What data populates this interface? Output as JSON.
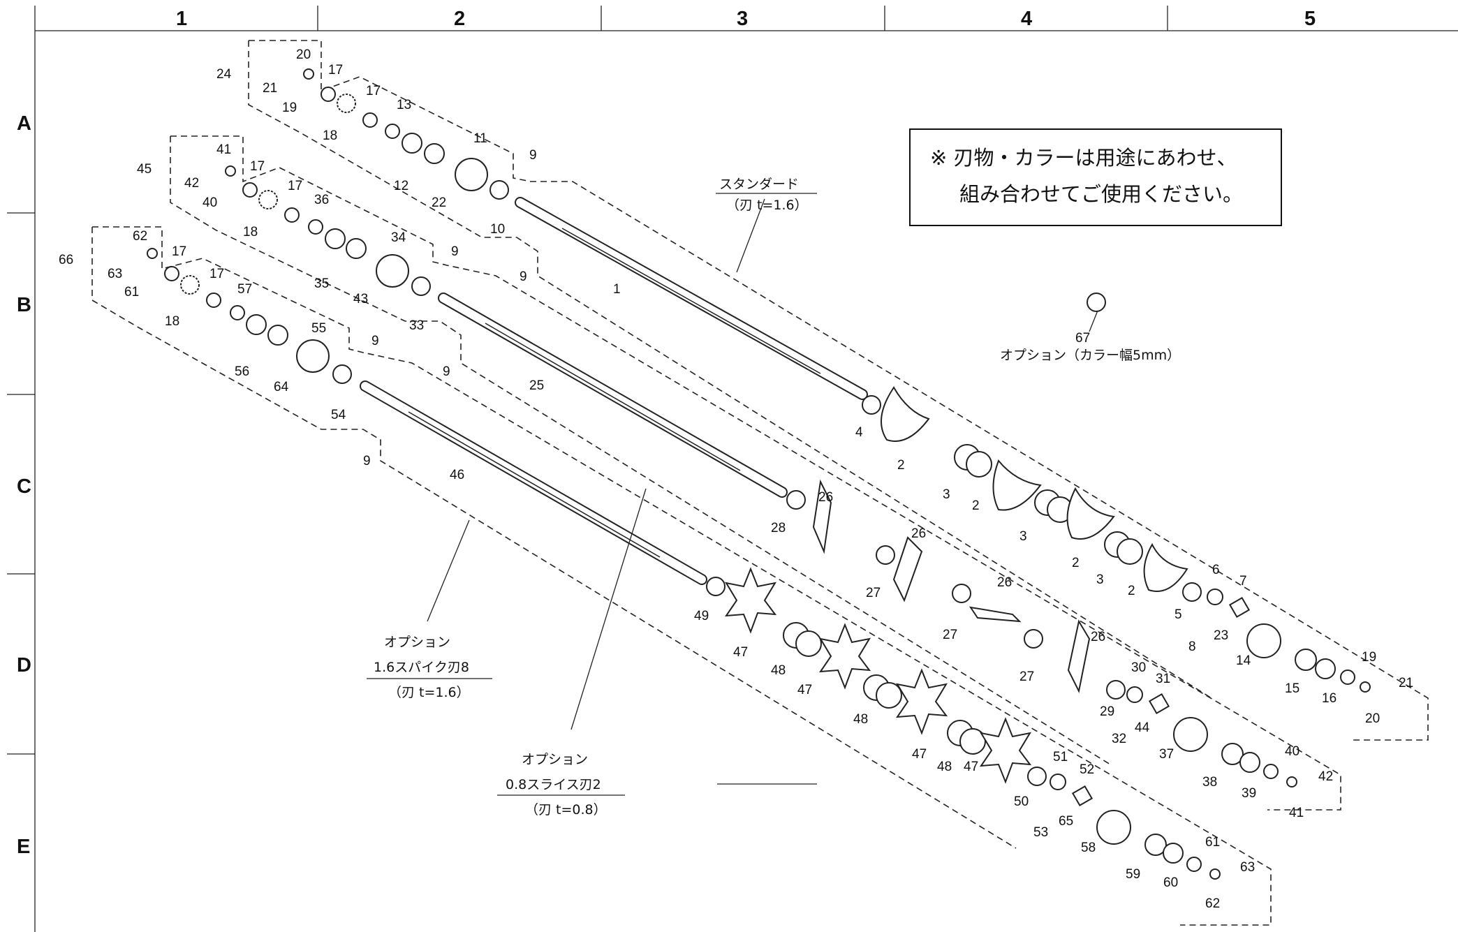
{
  "grid": {
    "columns": [
      "1",
      "2",
      "3",
      "4",
      "5"
    ],
    "rows": [
      "A",
      "B",
      "C",
      "D",
      "E"
    ]
  },
  "note": {
    "line1": "※ 刃物・カラーは用途にあわせ、",
    "line2": "組み合わせてご使用ください。"
  },
  "shafts": {
    "standard": {
      "title": "スタンダード",
      "spec": "（刃 t=1.6）"
    },
    "spike": {
      "title": "オプション",
      "name": "1.6スパイク刃8",
      "spec": "（刃 t=1.6）"
    },
    "slice": {
      "title": "オプション",
      "name": "0.8スライス刃2",
      "spec": "（刃 t=0.8）"
    }
  },
  "option_collar": {
    "number": "67",
    "label": "オプション（カラー幅5mm）"
  },
  "part_numbers": {
    "top_assembly": [
      "24",
      "20",
      "21",
      "19",
      "17",
      "17",
      "18",
      "13",
      "11",
      "12",
      "9",
      "22",
      "10",
      "9",
      "1",
      "4",
      "2",
      "3",
      "2",
      "3",
      "2",
      "3",
      "2",
      "5",
      "6",
      "7",
      "23",
      "8",
      "14",
      "15",
      "16",
      "19",
      "20",
      "21"
    ],
    "middle_assembly": [
      "45",
      "41",
      "42",
      "40",
      "17",
      "17",
      "18",
      "36",
      "34",
      "35",
      "9",
      "43",
      "33",
      "9",
      "25",
      "28",
      "26",
      "27",
      "26",
      "27",
      "26",
      "27",
      "26",
      "29",
      "30",
      "31",
      "44",
      "32",
      "37",
      "38",
      "39",
      "40",
      "41",
      "42"
    ],
    "bottom_assembly": [
      "66",
      "62",
      "63",
      "61",
      "17",
      "17",
      "18",
      "57",
      "55",
      "56",
      "9",
      "64",
      "54",
      "9",
      "46",
      "49",
      "47",
      "48",
      "47",
      "48",
      "47",
      "48",
      "47",
      "50",
      "51",
      "52",
      "65",
      "53",
      "58",
      "59",
      "60",
      "61",
      "62",
      "63"
    ]
  }
}
